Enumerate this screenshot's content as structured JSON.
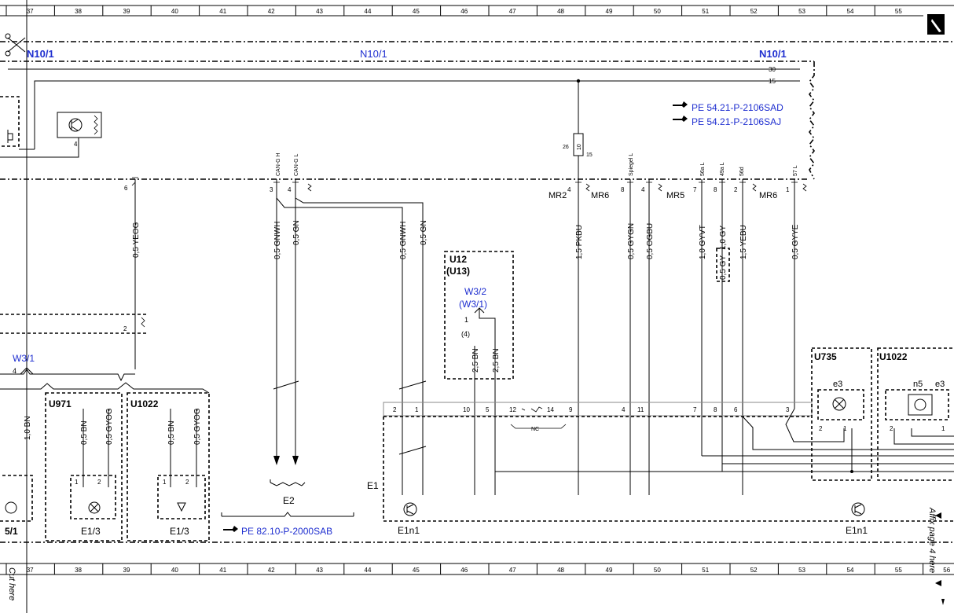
{
  "ruler": {
    "top": [
      "37",
      "38",
      "39",
      "40",
      "41",
      "42",
      "43",
      "44",
      "45",
      "46",
      "47",
      "48",
      "49",
      "50",
      "51",
      "52",
      "53",
      "54",
      "55"
    ],
    "bottom": [
      "37",
      "38",
      "39",
      "40",
      "41",
      "42",
      "43",
      "44",
      "45",
      "46",
      "47",
      "48",
      "49",
      "50",
      "51",
      "52",
      "53",
      "54",
      "55",
      "56"
    ]
  },
  "side_notes": {
    "cut_here": "Cut here",
    "affix": "Affix page 4 here"
  },
  "header": {
    "left": "N10/1",
    "center": "N10/1",
    "right": "N10/1"
  },
  "rails": {
    "r30": "30",
    "r15": "15"
  },
  "references": {
    "ref1": "PE 54.21-P-2106SAD",
    "ref2": "PE 54.21-P-2106SAJ",
    "ref3": "PE 82.10-P-2000SAB"
  },
  "pin_labels": {
    "can_h": "CAN-G H",
    "can_l": "CAN-G L",
    "spiegel": "Spiegel L",
    "p56aL": "56a L",
    "p49aL": "49a L",
    "p56d": "56d",
    "p57L": "57 L"
  },
  "pins": {
    "p6": "6",
    "p3": "3",
    "p4a": "4",
    "p4b": "4",
    "p8a": "8",
    "p4c": "4",
    "p7": "7",
    "p8b": "8",
    "p2": "2",
    "p1": "1",
    "p4d": "4",
    "fuse26": "26",
    "fuse10": "10",
    "fuse15": "15",
    "p2left": "2"
  },
  "connectors": {
    "mr2": "MR2",
    "mr6a": "MR6",
    "mr5": "MR5",
    "mr6b": "MR6"
  },
  "wires": {
    "w1": "0,5 YEOG",
    "w2": "0,5 GNWH",
    "w3": "0,5 GN",
    "w4": "0,5 GNWH",
    "w5": "0,5 GN",
    "w6": "1,5 PKBU",
    "w7": "0,5 GYGN",
    "w8": "0,5 OGBU",
    "w9": "1,0 GYVT",
    "w10": "0,5 GY",
    "w10b": "1,0 GY",
    "w11": "1,5 YEBU",
    "w12": "0,5 GYYE",
    "w13": "2,5 BN",
    "w14": "2,5 BN",
    "w15": "1,0 BN",
    "w16": "0,5 BN",
    "w17": "0,5 GYOG",
    "w18": "0,5 BN",
    "w19": "0,5 GYOG"
  },
  "u12": {
    "a": "U12",
    "b": "(U13)",
    "w1": "W3/2",
    "w2": "(W3/1)",
    "pin1": "1",
    "pin4": "(4)"
  },
  "w31": {
    "label": "W3/1",
    "pin": "4"
  },
  "boxes": {
    "u971": "U971",
    "u1022a": "U1022",
    "u735": "U735",
    "u1022b": "U1022",
    "e3a": "e3",
    "n5": "n5",
    "e3b": "e3",
    "e13a": "E1/3",
    "e13b": "E1/3",
    "e2": "E2",
    "e1": "E1",
    "e1n1a": "E1n1",
    "e1n1b": "E1n1",
    "s51": "5/1"
  },
  "e1_pins": {
    "q2": "2",
    "q1": "1",
    "q10": "10",
    "q5": "5",
    "q12": "12",
    "q14": "14",
    "q9": "9",
    "q4": "4",
    "q11": "11",
    "q7": "7",
    "q8": "8",
    "q6": "6",
    "q3": "3",
    "nc": "NC"
  },
  "sub_pins": {
    "a1": "1",
    "a2": "2",
    "b1": "1",
    "b2": "2",
    "c2": "2",
    "c1": "1",
    "d2": "2",
    "d1": "1"
  }
}
